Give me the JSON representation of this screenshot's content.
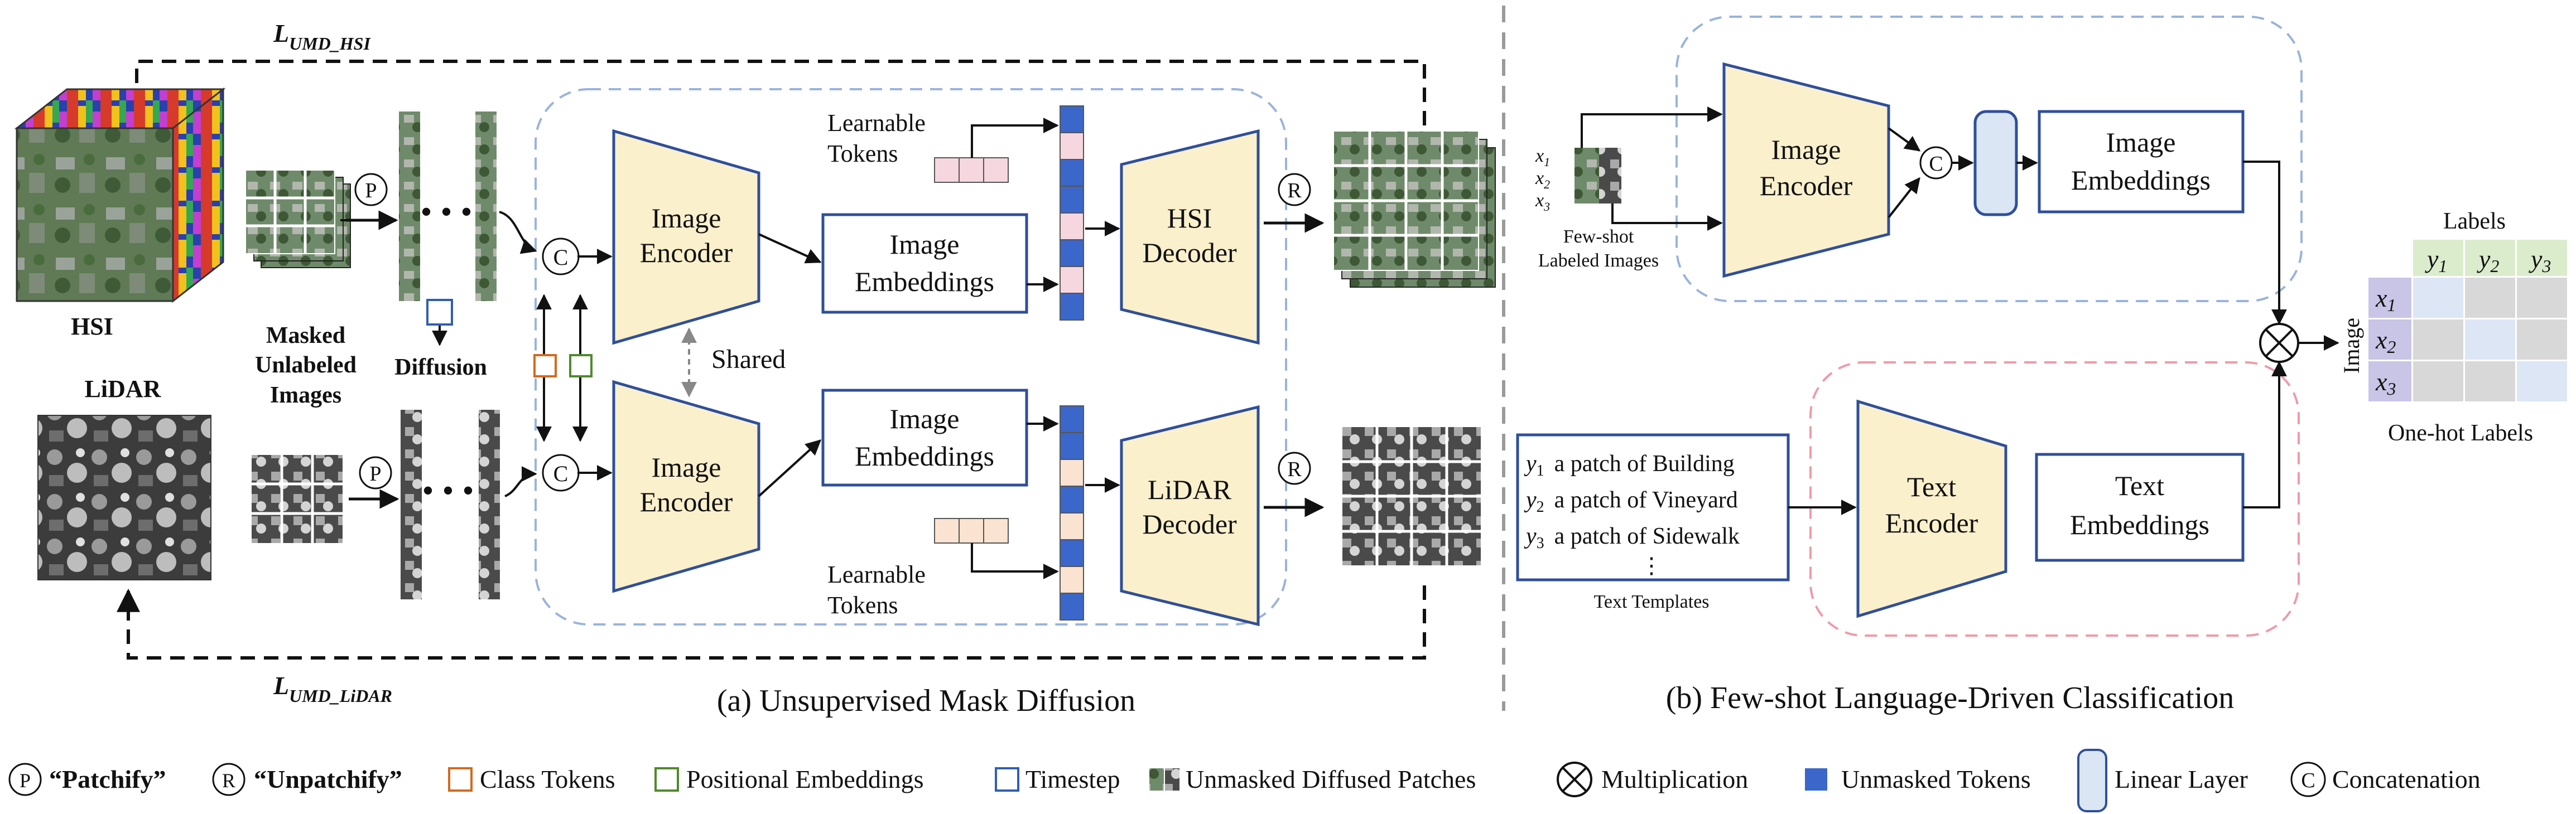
{
  "losses": {
    "hsi_main": "L",
    "hsi_sub": "UMD_HSI",
    "lidar_main": "L",
    "lidar_sub": "UMD_LiDAR"
  },
  "inputs": {
    "hsi_label": "HSI",
    "lidar_label": "LiDAR",
    "masked_line1": "Masked",
    "masked_line2": "Unlabeled",
    "masked_line3": "Images",
    "diffusion_label": "Diffusion"
  },
  "encoders": {
    "image_encoder_line1": "Image",
    "image_encoder_line2": "Encoder",
    "shared_label": "Shared",
    "concat_symbol": "C",
    "patchify_symbol": "P",
    "unpatchify_symbol": "R"
  },
  "embeddings": {
    "line1": "Image",
    "line2": "Embeddings"
  },
  "tokens": {
    "learnable_line1": "Learnable",
    "learnable_line2": "Tokens"
  },
  "decoders": {
    "hsi_line1": "HSI",
    "hsi_line2": "Decoder",
    "lidar_line1": "LiDAR",
    "lidar_line2": "Decoder"
  },
  "panel_a_caption": "(a) Unsupervised Mask Diffusion",
  "panel_b": {
    "caption": "(b) Few-shot Language-Driven Classification",
    "x_labels": [
      "x",
      "x",
      "x"
    ],
    "x_subs": [
      "1",
      "2",
      "3"
    ],
    "fewshot_line1": "Few-shot",
    "fewshot_line2": "Labeled Images",
    "image_encoder_line1": "Image",
    "image_encoder_line2": "Encoder",
    "concat_symbol": "C",
    "image_emb_line1": "Image",
    "image_emb_line2": "Embeddings",
    "templates": [
      {
        "var": "y",
        "sub": "1",
        "text": "a patch of Building"
      },
      {
        "var": "y",
        "sub": "2",
        "text": "a patch of Vineyard"
      },
      {
        "var": "y",
        "sub": "3",
        "text": "a patch of Sidewalk"
      }
    ],
    "ellipsis": "⋮",
    "templates_caption": "Text Templates",
    "text_encoder_line1": "Text",
    "text_encoder_line2": "Encoder",
    "text_emb_line1": "Text",
    "text_emb_line2": "Embeddings",
    "labels_title": "Labels",
    "y_vars": [
      "y",
      "y",
      "y"
    ],
    "y_subs": [
      "1",
      "2",
      "3"
    ],
    "image_axis": "Image",
    "onehot_caption": "One-hot Labels"
  },
  "legend": {
    "patchify_symbol": "P",
    "patchify": "“Patchify”",
    "unpatchify_symbol": "R",
    "unpatchify": "“Unpatchify”",
    "class_tokens": "Class Tokens",
    "positional_embeddings": "Positional Embeddings",
    "timestep": "Timestep",
    "unmasked_diffused_patches": "Unmasked Diffused Patches",
    "multiplication": "Multiplication",
    "unmasked_tokens": "Unmasked Tokens",
    "linear_layer": "Linear Layer",
    "concat_symbol": "C",
    "concatenation": "Concatenation"
  },
  "colors": {
    "encoder_fill": "#fbf0cc",
    "block_stroke": "#2f4f9a",
    "token_blue": "#3a67c9",
    "token_pink": "#f6d7df",
    "token_peach": "#fbe3d1",
    "class_token": "#d2691e",
    "positional_embedding": "#4f8a2c",
    "dashed_blue": "#9ab3dc",
    "dashed_pink": "#ee9aa8",
    "linear_layer_fill": "#dbe6f4",
    "onehot_x": "#c9c5e6",
    "onehot_y": "#dbeccd",
    "onehot_diag": "#dde6f5",
    "onehot_off": "#d8d8d8"
  }
}
